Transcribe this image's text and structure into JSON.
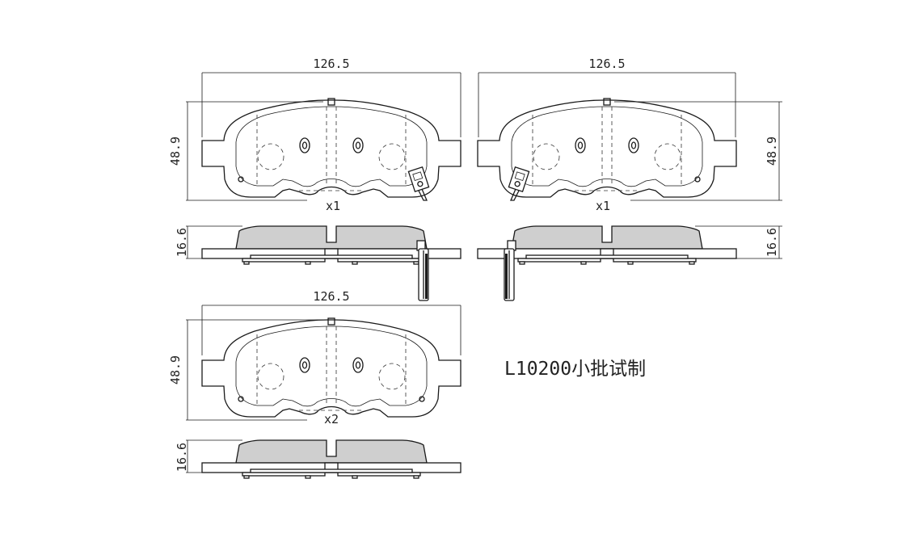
{
  "drawing": {
    "part_code": "L10200小批试制",
    "views": [
      {
        "id": "top-left",
        "width_label": "126.5",
        "height_label": "48.9",
        "qty_label": "x1",
        "thickness_label": "16.6",
        "wear_sensor": "right"
      },
      {
        "id": "top-right",
        "width_label": "126.5",
        "height_label": "48.9",
        "qty_label": "x1",
        "thickness_label": "16.6",
        "wear_sensor": "left"
      },
      {
        "id": "bottom",
        "width_label": "126.5",
        "height_label": "48.9",
        "qty_label": "x2",
        "thickness_label": "16.6",
        "wear_sensor": "none"
      }
    ]
  }
}
